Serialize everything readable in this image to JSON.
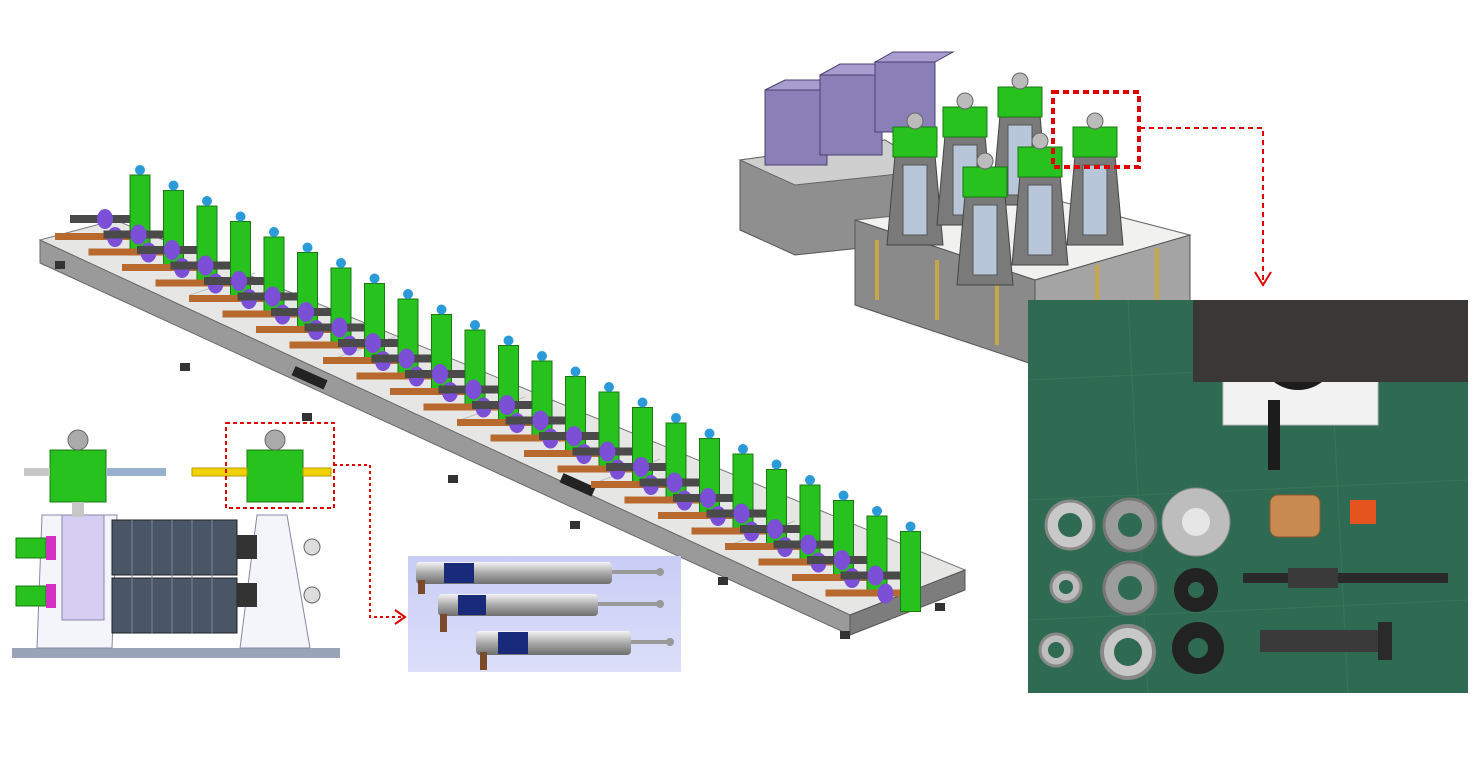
{
  "figure": {
    "components": [
      "long-forming-mill-line",
      "compact-mill-stand-group",
      "stand-front-view",
      "position-sensors",
      "disassembled-parts-photo"
    ]
  },
  "colors": {
    "stand_green": "#27c21d",
    "shaft_purple": "#7b4fd6",
    "gearbox_purple": "#8b7fb8",
    "base_gray": "#9a9a9a",
    "callout_red": "#e00000",
    "sensor_bg": "#cdd1f7",
    "photo_green": "#2f6b52"
  },
  "icons": [
    "dashed-arrow-down-icon",
    "dashed-arrow-right-icon"
  ]
}
